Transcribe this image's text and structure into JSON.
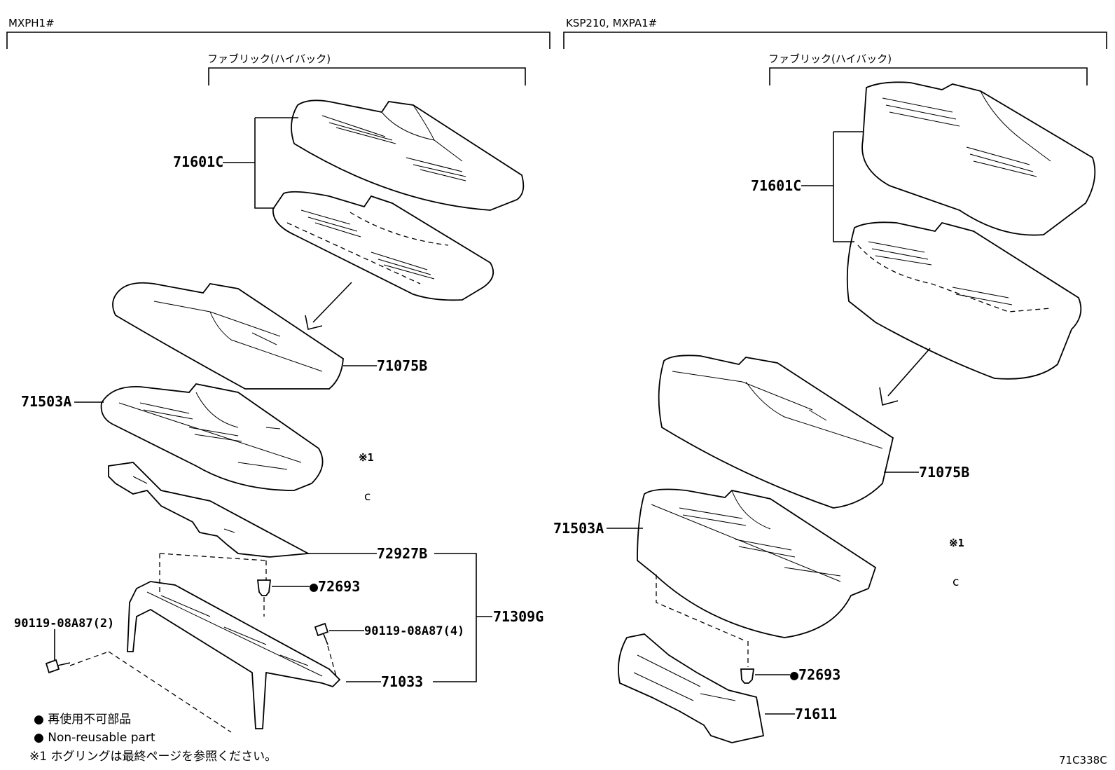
{
  "sections": {
    "left_header": "MXPH1#",
    "right_header": "KSP210, MXPA1#",
    "left_sub_header": "ファブリック(ハイバック)",
    "right_sub_header": "ファブリック(ハイバック)"
  },
  "left_labels": {
    "cover": "71601C",
    "pad": "71075B",
    "frame_cushion": "71503A",
    "sub_pad": "72927B",
    "clip": "●72693",
    "bolt_left": "90119-08A87(2)",
    "bolt_right": "90119-08A87(4)",
    "assembly": "71309G",
    "frame": "71033",
    "note_ref": "※1",
    "note_hook": "c"
  },
  "right_labels": {
    "cover": "71601C",
    "pad": "71075B",
    "frame_cushion": "71503A",
    "clip": "●72693",
    "spring": "71611",
    "note_ref": "※1",
    "note_hook": "c"
  },
  "legend": {
    "line1": "● 再使用不可部品",
    "line2": "● Non-reusable part",
    "line3": "※1 ホグリングは最終ページを参照ください。"
  },
  "diagram_code": "71C338C"
}
